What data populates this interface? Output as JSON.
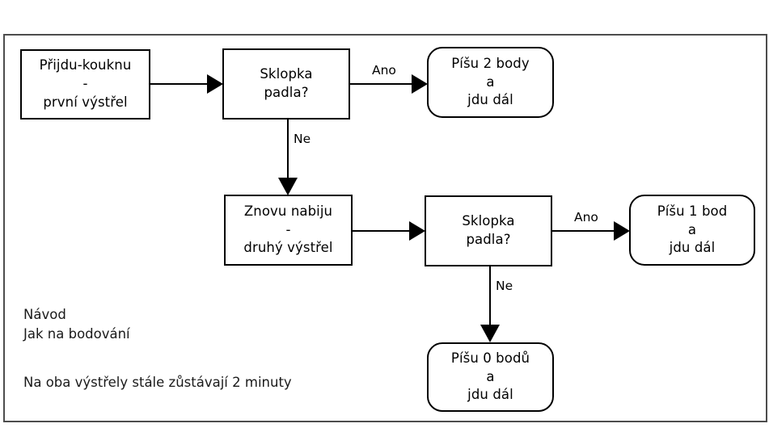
{
  "diagram": {
    "title_note_lines": [
      "Návod",
      "Jak na bodování"
    ],
    "footer_note": "Na oba výstřely stále zůstávají 2 minuty",
    "colors": {
      "frame_border": "#4d4d4d",
      "node_border": "#000000",
      "background": "#ffffff",
      "text": "#000000"
    },
    "nodes": [
      {
        "id": "start",
        "shape": "rect",
        "lines": [
          "Přijdu-kouknu",
          "-",
          "první výstřel"
        ]
      },
      {
        "id": "decision1",
        "shape": "rect",
        "lines": [
          "Sklopka",
          "padla?"
        ]
      },
      {
        "id": "result2",
        "shape": "rounded",
        "lines": [
          "Píšu 2 body",
          "a",
          "jdu dál"
        ]
      },
      {
        "id": "reload",
        "shape": "rect",
        "lines": [
          "Znovu nabiju",
          "-",
          "druhý výstřel"
        ]
      },
      {
        "id": "decision2",
        "shape": "rect",
        "lines": [
          "Sklopka",
          "padla?"
        ]
      },
      {
        "id": "result1",
        "shape": "rounded",
        "lines": [
          "Píšu 1 bod",
          "a",
          "jdu dál"
        ]
      },
      {
        "id": "result0",
        "shape": "rounded",
        "lines": [
          "Píšu 0 bodů",
          "a",
          "jdu dál"
        ]
      }
    ],
    "edge_labels": {
      "ano_top": "Ano",
      "ne_top": "Ne",
      "ano_mid": "Ano",
      "ne_mid": "Ne"
    }
  }
}
